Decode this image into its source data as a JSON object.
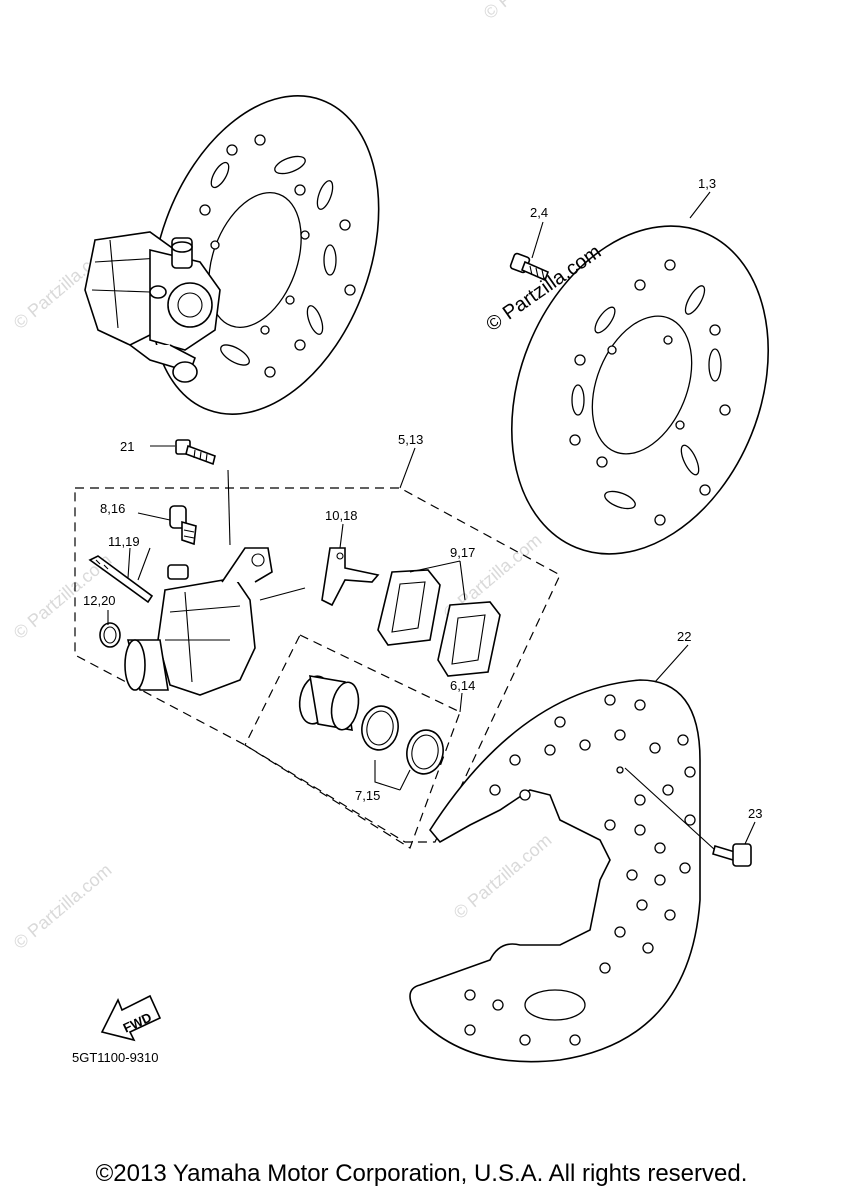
{
  "watermarks": {
    "main": "© Partzilla.com",
    "faint": "© Partzilla.com"
  },
  "callouts": {
    "p1_3": "1,3",
    "p2_4": "2,4",
    "p21": "21",
    "p5_13": "5,13",
    "p8_16": "8,16",
    "p10_18": "10,18",
    "p11_19": "11,19",
    "p9_17": "9,17",
    "p12_20": "12,20",
    "p6_14": "6,14",
    "p22": "22",
    "p7_15": "7,15",
    "p23": "23"
  },
  "fwd_label": "FWD",
  "diagram_code": "5GT1100-9310",
  "copyright": "©2013 Yamaha Motor Corporation, U.S.A. All rights reserved."
}
